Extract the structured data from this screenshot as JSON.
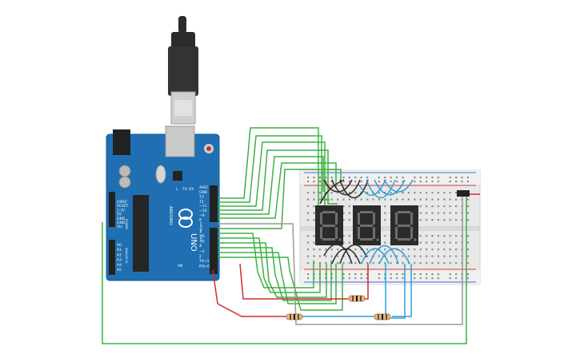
{
  "board": {
    "brand": "ARDUINO",
    "model": "UNO",
    "digital_header_label": "DIGITAL (PWM~)",
    "power_header_label": "POWER",
    "analog_header_label": "ANALOG IN",
    "top_pin_labels": [
      "AREF",
      "GND",
      "13",
      "12",
      "~11",
      "~10",
      "~9",
      "8"
    ],
    "bottom_pin_labels": [
      "7",
      "~6",
      "~5",
      "4",
      "~3",
      "2",
      "TX→1",
      "RX←0"
    ],
    "power_pin_labels": [
      "IOREF",
      "RESET",
      "3.3V",
      "5V",
      "GND",
      "GND",
      "Vin"
    ],
    "analog_pin_labels": [
      "A0",
      "A1",
      "A2",
      "A3",
      "A4",
      "A5"
    ],
    "led_labels": [
      "L",
      "TX",
      "RX"
    ],
    "on_label": "ON"
  },
  "displays": {
    "count": 3,
    "digit_color": "#6e6e6e",
    "body_color": "#2b2b2b"
  },
  "wires": {
    "digital_color": "#3cb043",
    "segment_color_left": "#2a2a2a",
    "segment_color_right": "#2a9fd6",
    "ground_color": "#9a9a9a",
    "power_color": "#d62b2b"
  },
  "colors": {
    "board": "#1f6fb2",
    "breadboard": "#e8e8e8",
    "rail_red": "#d63a3a",
    "rail_blue": "#3a6fd6",
    "usb_plug": "#2b2b2b"
  }
}
